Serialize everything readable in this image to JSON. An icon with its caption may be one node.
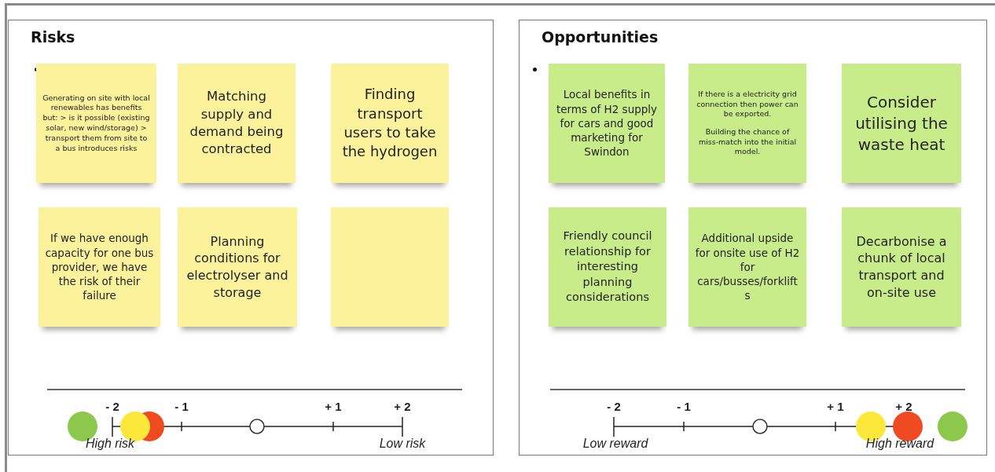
{
  "diagram": {
    "nodes": [
      {
        "text": [
          "Risks"
        ]
      },
      {
        "text": [
          "Generating on site with local renewables has benefits but: > is it possible (existing solar, new wind/storage) > transport them from site to a bus introduces risks"
        ],
        "in": 0
      },
      {
        "text": [
          "Matching supply and demand being contracted"
        ],
        "in": 0
      },
      {
        "text": [
          "Finding transport users to take the hydrogen"
        ],
        "in": 0
      },
      {
        "text": [
          "If we have enough capacity for one bus provider, we have the risk of their failure"
        ],
        "in": 0
      },
      {
        "text": [
          "Planning conditions for electrolyser and storage"
        ],
        "in": 0
      },
      {
        "text": [],
        "shape": "box",
        "in": 0
      },
      {
        "text": [
          "Opportunities"
        ]
      },
      {
        "text": [
          "Local benefits in terms of H2 supply  for cars and good marketing for Swindon"
        ],
        "in": 7
      },
      {
        "text": [
          "If there is a electricity grid connection then power can be exported.",
          "Building the chance of miss-match into the initial model."
        ],
        "in": 7
      },
      {
        "text": [
          "Consider utilising the waste heat"
        ],
        "in": 7
      },
      {
        "text": [
          "Friendly council relationship for interesting planning considerations"
        ],
        "in": 7
      },
      {
        "text": [
          "Additional upside for onsite use of H2 for cars/busses/forklifts"
        ],
        "in": 7
      },
      {
        "text": [
          "Decarbonise a chunk of local transport and on-site use"
        ],
        "in": 7
      }
    ],
    "labels": [
      "- 2",
      "- 1",
      "+ 1",
      "+ 2",
      "High risk",
      "Low risk",
      "- 2",
      "- 1",
      "+ 1",
      "+ 2",
      "Low reward",
      "High reward"
    ]
  }
}
